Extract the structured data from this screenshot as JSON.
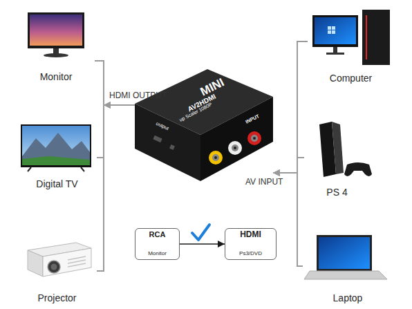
{
  "diagram": {
    "nodes": [
      {
        "text": [
          "Monitor"
        ]
      },
      {
        "text": [
          "Digital TV"
        ]
      },
      {
        "text": [
          "Projector"
        ]
      },
      {
        "text": [
          "MINI",
          "AV2HDMI",
          "up Scaler 1080P",
          "INPUT",
          "output"
        ]
      },
      {
        "text": [
          "Computer"
        ]
      },
      {
        "text": [
          "PS 4"
        ]
      },
      {
        "text": [
          "Laptop"
        ]
      },
      {
        "text": [
          "RCA",
          "Monitor"
        ]
      },
      {
        "text": [
          "HDMI",
          "Ps3/DVD"
        ]
      }
    ],
    "edges": [
      {
        "from": 3,
        "to": 0,
        "arrow": "to",
        "label": "HDMI OUTPUT"
      },
      {
        "from": 3,
        "to": 1,
        "arrow": "to"
      },
      {
        "from": 3,
        "to": 2,
        "arrow": "to"
      },
      {
        "from": 4,
        "to": 3,
        "arrow": "to",
        "label": "AV INPUT"
      },
      {
        "from": 5,
        "to": 3,
        "arrow": "to"
      },
      {
        "from": 6,
        "to": 3,
        "arrow": "to"
      },
      {
        "from": 7,
        "to": 8,
        "arrow": "to"
      }
    ]
  }
}
